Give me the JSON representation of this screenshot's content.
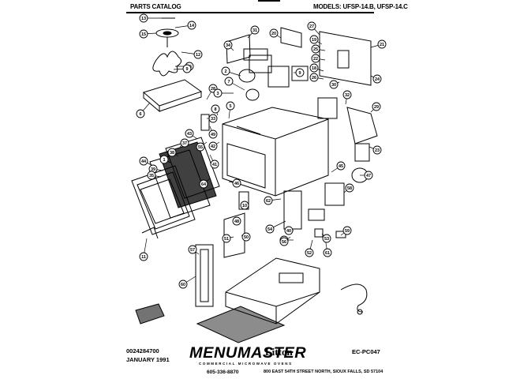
{
  "header": {
    "left": "PARTS CATALOG",
    "right": "MODELS: UFSP-14.B, UFSP-14.C"
  },
  "footer": {
    "part_number": "0024284700",
    "date": "JANUARY 1991",
    "brand": "MENUMASTER",
    "brand_sub": "COMMERCIAL MICROWAVE OVENS",
    "phone": "605-336-8870",
    "litton": "Litton",
    "address": "800 EAST 54TH STREET NORTH, SIOUX FALLS, SD 57104",
    "catalog_code": "EC-PC047"
  },
  "callouts": [
    "13",
    "15",
    "14",
    "12",
    "16",
    "9",
    "6",
    "28",
    "34",
    "31",
    "20",
    "27",
    "19",
    "25",
    "22",
    "18",
    "26",
    "30",
    "21",
    "24",
    "32",
    "29",
    "23",
    "47",
    "9",
    "2",
    "7",
    "3",
    "5",
    "8",
    "33",
    "49",
    "55",
    "37",
    "38",
    "1",
    "43",
    "42",
    "41",
    "44",
    "39",
    "35",
    "64",
    "46",
    "10",
    "48",
    "51",
    "50",
    "62",
    "54",
    "40",
    "36",
    "53",
    "52",
    "45",
    "58",
    "59",
    "61",
    "56",
    "60",
    "57",
    "11"
  ]
}
